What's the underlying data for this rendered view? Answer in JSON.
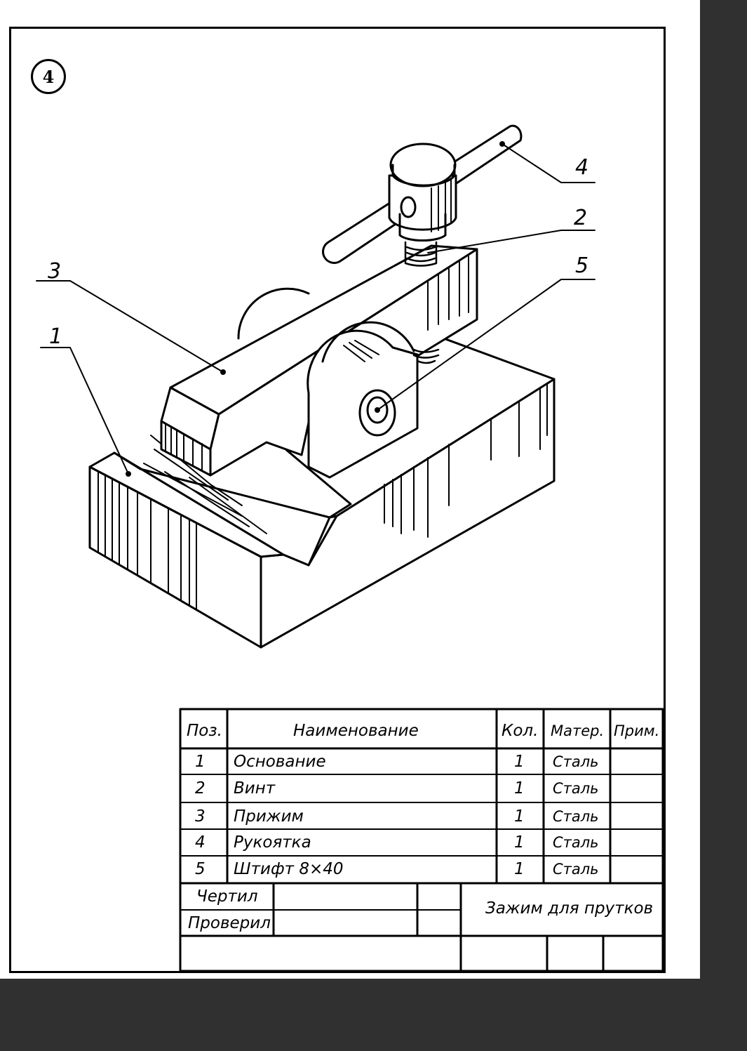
{
  "sheet_number": "4",
  "position_labels": {
    "base": "1",
    "screw": "2",
    "clamp": "3",
    "handle": "4",
    "pin": "5"
  },
  "spec_table": {
    "headers": {
      "pos": "Поз.",
      "name": "Наименование",
      "qty": "Кол.",
      "material": "Матер.",
      "note": "Прим."
    },
    "rows": [
      {
        "pos": "1",
        "name": "Основание",
        "qty": "1",
        "material": "Сталь",
        "note": ""
      },
      {
        "pos": "2",
        "name": "Винт",
        "qty": "1",
        "material": "Сталь",
        "note": ""
      },
      {
        "pos": "3",
        "name": "Прижим",
        "qty": "1",
        "material": "Сталь",
        "note": ""
      },
      {
        "pos": "4",
        "name": "Рукоятка",
        "qty": "1",
        "material": "Сталь",
        "note": ""
      },
      {
        "pos": "5",
        "name": "Штифт 8×40",
        "qty": "1",
        "material": "Сталь",
        "note": ""
      }
    ]
  },
  "title_block": {
    "drawn_by_label": "Чертил",
    "checked_by_label": "Проверил",
    "title": "Зажим для прутков"
  }
}
